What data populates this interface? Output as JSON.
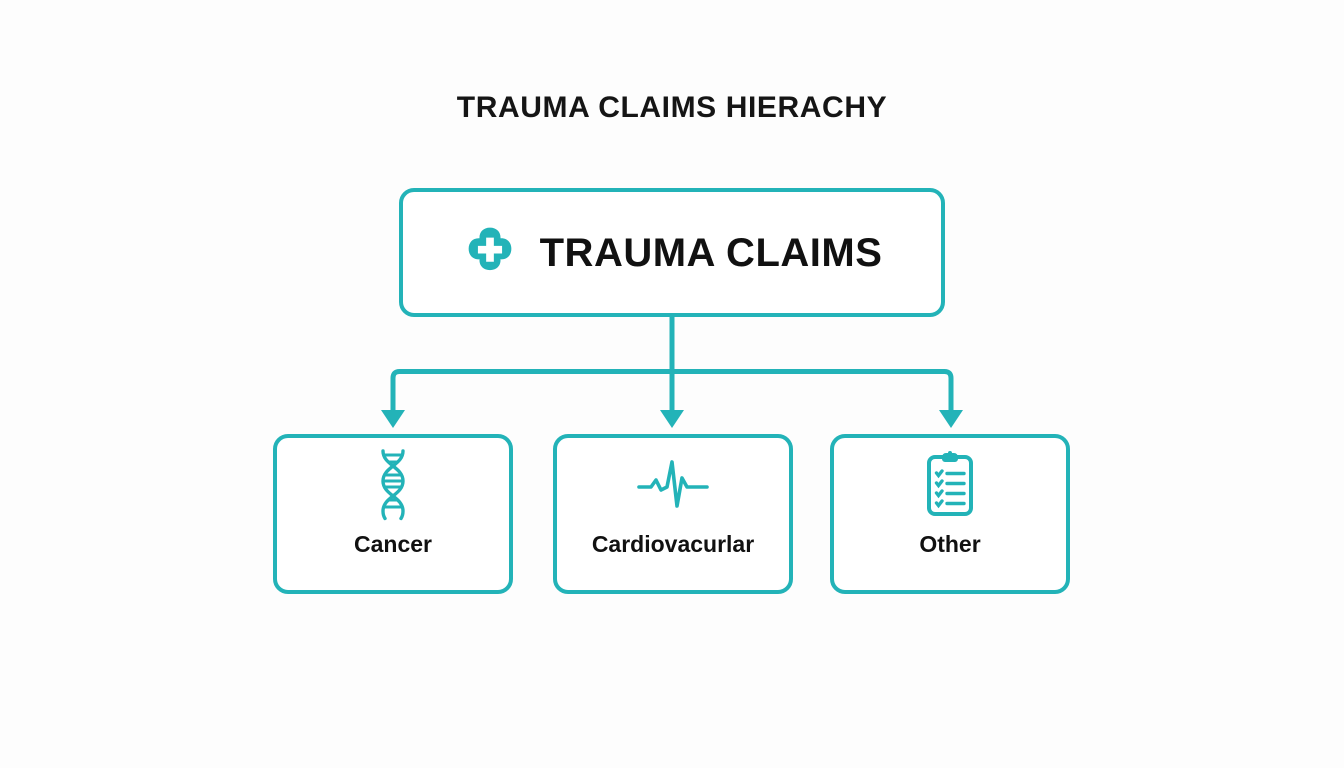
{
  "page": {
    "title": "TRAUMA CLAIMS HIERACHY",
    "background_color": "#fdfdfd",
    "accent_color": "#23b3b8",
    "text_color": "#111111"
  },
  "diagram": {
    "type": "hierarchy",
    "root": {
      "label": "TRAUMA CLAIMS",
      "icon": "medical-cross-icon"
    },
    "children": [
      {
        "label": "Cancer",
        "icon": "dna-helix-icon"
      },
      {
        "label": "Cardiovacurlar",
        "icon": "heartbeat-pulse-icon"
      },
      {
        "label": "Other",
        "icon": "clipboard-checklist-icon"
      }
    ],
    "connectors": {
      "style": "elbow-with-arrowheads",
      "arrow_count": 3,
      "color": "#23b3b8"
    }
  }
}
